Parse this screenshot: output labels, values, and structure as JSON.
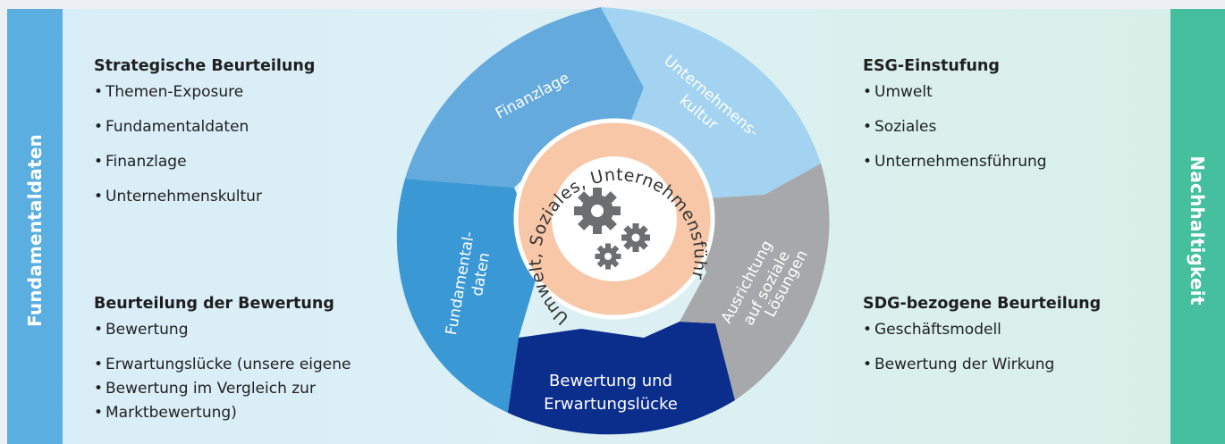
{
  "side_labels": {
    "left": "Fundamentaldaten",
    "right": "Nachhaltigkeit"
  },
  "left_top": {
    "heading": "Strategische Beurteilung",
    "items": [
      "Themen-Exposure",
      "Fundamentaldaten",
      "Finanzlage",
      "Unternehmenskultur"
    ]
  },
  "left_bottom": {
    "heading": "Beurteilung der Bewertung",
    "items": [
      "Bewertung",
      "Erwartungslücke (unsere eigene",
      "Bewertung im Vergleich zur",
      "Marktbewertung)"
    ]
  },
  "right_top": {
    "heading": "ESG-Einstufung",
    "items": [
      "Umwelt",
      "Soziales",
      "Unternehmensführung"
    ]
  },
  "right_bottom": {
    "heading": "SDG-bezogene Beurteilung",
    "items": [
      "Geschäftsmodell",
      "Bewertung der Wirkung"
    ]
  },
  "wheel": {
    "segments": {
      "finanzlage": "Finanzlage",
      "kultur_1": "Unternehmens-",
      "kultur_2": "kultur",
      "fundamental_1": "Fundamental-",
      "fundamental_2": "daten",
      "bewertung_1": "Bewertung und",
      "bewertung_2": "Erwartungslücke",
      "ausrichtung_1": "Ausrichtung",
      "ausrichtung_2": "auf soziale",
      "ausrichtung_3": "Lösungen"
    },
    "center_ring": "Umwelt, Soziales, Unternehmensführung",
    "center_icon": "gears-icon",
    "colors": {
      "finanzlage": "#64aadd",
      "kultur": "#a3d3f0",
      "fundamental": "#3a98d5",
      "bewertung": "#0b2d8c",
      "ausrichtung": "#a7a8ab",
      "ring": "#f7c7a8",
      "gear": "#6d6e70"
    }
  }
}
